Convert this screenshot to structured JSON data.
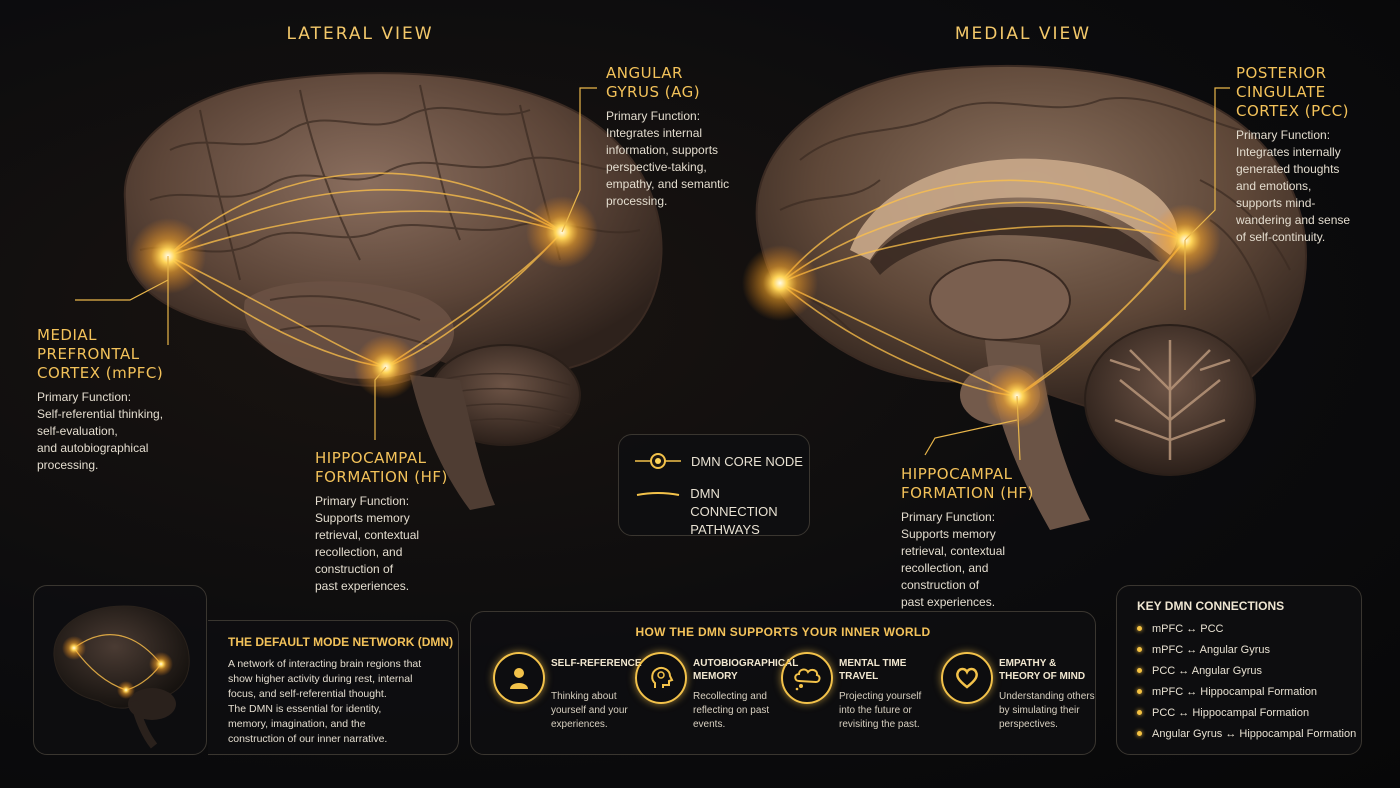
{
  "views": {
    "lateral": "LATERAL VIEW",
    "medial": "MEDIAL VIEW"
  },
  "labels": {
    "mpfc": {
      "title": [
        "MEDIAL",
        "PREFRONTAL",
        "CORTEX (mPFC)"
      ],
      "heading": "Primary Function:",
      "body": [
        "Self-referential thinking,",
        "self-evaluation,",
        "and autobiographical",
        "processing."
      ]
    },
    "ag": {
      "title": [
        "ANGULAR",
        "GYRUS (AG)"
      ],
      "heading": "Primary Function:",
      "body": [
        "Integrates internal",
        "information, supports",
        "perspective-taking,",
        "empathy, and semantic",
        "processing."
      ]
    },
    "hf_lateral": {
      "title": [
        "HIPPOCAMPAL",
        "FORMATION (HF)"
      ],
      "heading": "Primary Function:",
      "body": [
        "Supports memory",
        "retrieval, contextual",
        "recollection, and",
        "construction of",
        "past experiences."
      ]
    },
    "pcc": {
      "title": [
        "POSTERIOR",
        "CINGULATE",
        "CORTEX (PCC)"
      ],
      "heading": "Primary Function:",
      "body": [
        "Integrates internally",
        "generated thoughts",
        "and emotions,",
        "supports mind-",
        "wandering and sense",
        "of self-continuity."
      ]
    },
    "hf_medial": {
      "title": [
        "HIPPOCAMPAL",
        "FORMATION (HF)"
      ],
      "heading": "Primary Function:",
      "body": [
        "Supports memory",
        "retrieval, contextual",
        "recollection, and",
        "construction of",
        "past experiences."
      ]
    }
  },
  "legend": {
    "core_node": "DMN CORE NODE",
    "pathways": [
      "DMN CONNECTION",
      "PATHWAYS"
    ]
  },
  "dmn_panel": {
    "title": "THE DEFAULT MODE NETWORK (DMN)",
    "body": [
      "A network of interacting brain regions that",
      "show higher activity during rest, internal",
      "focus, and self-referential thought.",
      "The DMN is essential for identity,",
      "memory, imagination, and the",
      "construction of our inner narrative."
    ]
  },
  "support": {
    "title": "HOW THE DMN SUPPORTS YOUR INNER WORLD",
    "items": [
      {
        "title": "SELF-REFERENCE",
        "body": "Thinking about yourself and your experiences.",
        "icon": "person-icon"
      },
      {
        "title": "AUTOBIOGRAPHICAL MEMORY",
        "body": "Recollecting and reflecting on past events.",
        "icon": "head-memory-icon"
      },
      {
        "title": "MENTAL TIME TRAVEL",
        "body": "Projecting yourself into the future or revisiting the past.",
        "icon": "thought-cloud-icon"
      },
      {
        "title": "EMPATHY & THEORY OF MIND",
        "body": "Understanding others by simulating their perspectives.",
        "icon": "heart-icon"
      }
    ]
  },
  "connections": {
    "title": "KEY DMN CONNECTIONS",
    "items": [
      "mPFC ↔ PCC",
      "mPFC ↔ Angular Gyrus",
      "PCC ↔ Angular Gyrus",
      "mPFC ↔ Hippocampal Formation",
      "PCC ↔ Hippocampal Formation",
      "Angular Gyrus ↔ Hippocampal Formation"
    ]
  },
  "colors": {
    "accent": "#f3c25a",
    "node_glow": "#ffb830",
    "brain": "#6b5448",
    "panel_border": "#3a3630"
  }
}
